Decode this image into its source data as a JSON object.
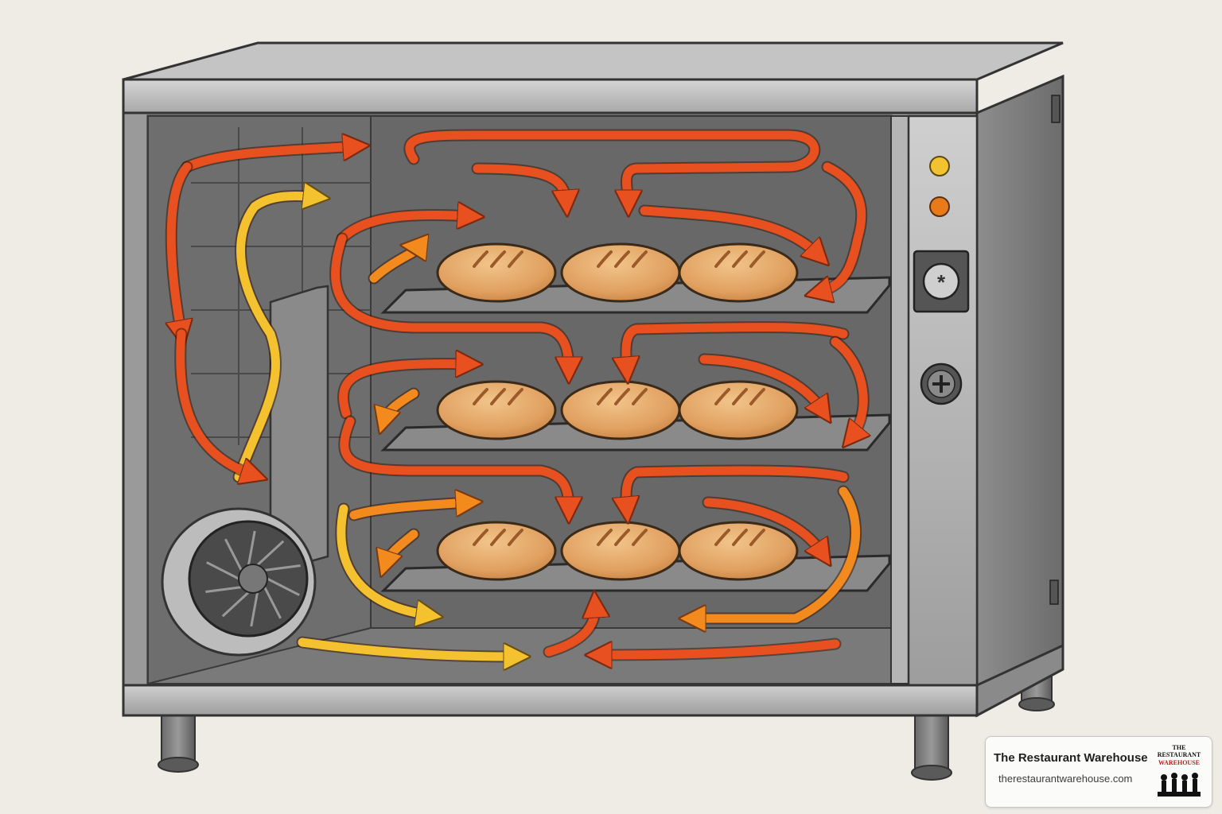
{
  "colors": {
    "background": "#efece6",
    "steel_light": "#c8c8c8",
    "steel_dark": "#555555",
    "interior": "#5a5a5a",
    "hot_air": "#e8501f",
    "warm_air": "#f28a1e",
    "cool_air": "#f3c22e",
    "bread": "#e3a862",
    "indicator_yellow": "#f2c230",
    "indicator_orange": "#e87a1a"
  },
  "oven": {
    "racks": [
      {
        "position": "top",
        "loaves": 3
      },
      {
        "position": "middle",
        "loaves": 3
      },
      {
        "position": "bottom",
        "loaves": 3
      }
    ],
    "control_panel": {
      "indicator_lights": [
        "indicator_yellow",
        "indicator_orange"
      ],
      "controls": [
        "fan-switch-icon",
        "power-knob-icon"
      ]
    },
    "fan": "convection-fan-icon"
  },
  "airflow": {
    "hot": "hot_air",
    "warm": "warm_air",
    "cool": "cool_air"
  },
  "branding": {
    "name": "The Restaurant Warehouse",
    "url": "therestaurantwarehouse.com",
    "logo_lines": [
      "THE",
      "RESTAURANT",
      "WAREHOUSE"
    ]
  }
}
